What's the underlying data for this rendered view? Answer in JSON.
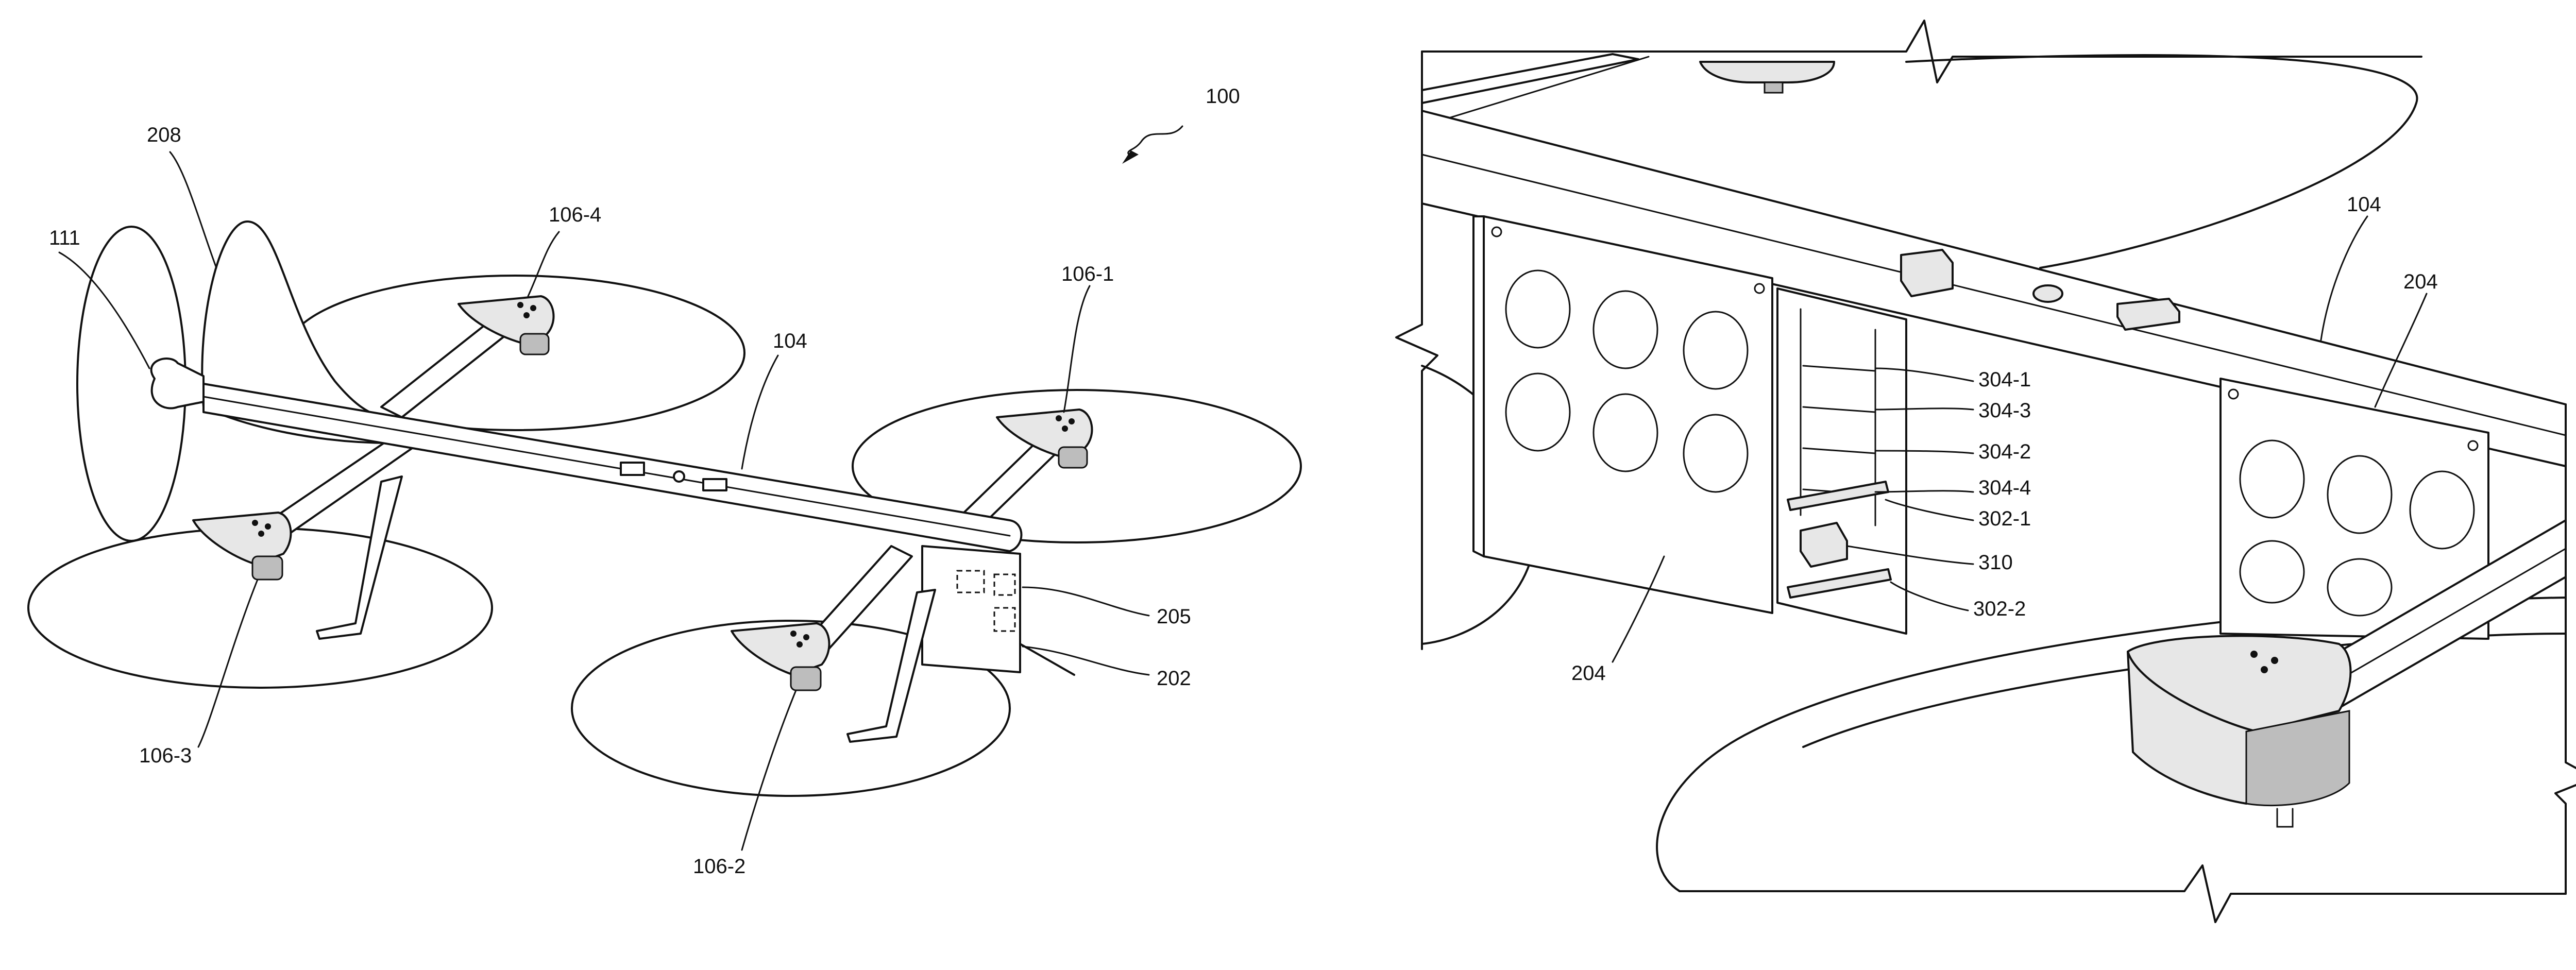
{
  "figure_left": {
    "labels": {
      "l100": "100",
      "l208": "208",
      "l111": "111",
      "l106_4": "106-4",
      "l106_1": "106-1",
      "l104": "104",
      "l205": "205",
      "l202": "202",
      "l106_3": "106-3",
      "l106_2": "106-2"
    }
  },
  "figure_right": {
    "labels": {
      "l104": "104",
      "l204_top": "204",
      "l304_1": "304-1",
      "l304_3": "304-3",
      "l304_2": "304-2",
      "l304_4": "304-4",
      "l302_1": "302-1",
      "l310": "310",
      "l302_2": "302-2",
      "l204_bottom": "204"
    }
  }
}
